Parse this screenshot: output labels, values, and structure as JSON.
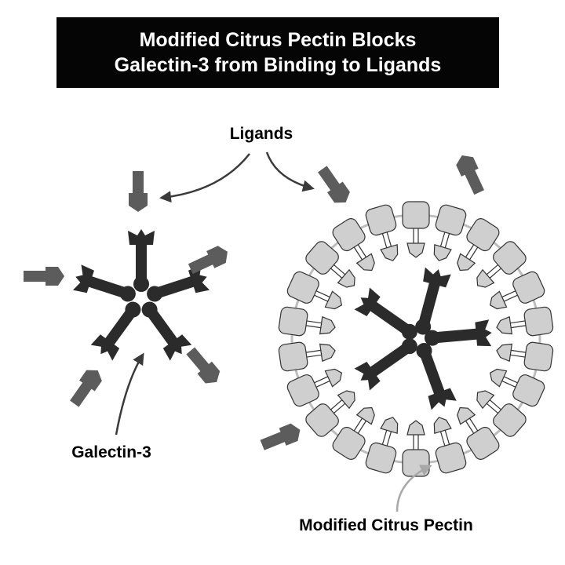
{
  "title": {
    "line1": "Modified Citrus Pectin Blocks",
    "line2": "Galectin-3 from Binding to Ligands"
  },
  "labels": {
    "ligands": "Ligands",
    "galectin": "Galectin-3",
    "pectin": "Modified Citrus Pectin"
  },
  "colors": {
    "galectin": "#2b2b2b",
    "ligand": "#5c5c5c",
    "pectin_unit": "#cfcfcf",
    "pectin_ring": "#bdbdbd",
    "background": "#ffffff"
  }
}
